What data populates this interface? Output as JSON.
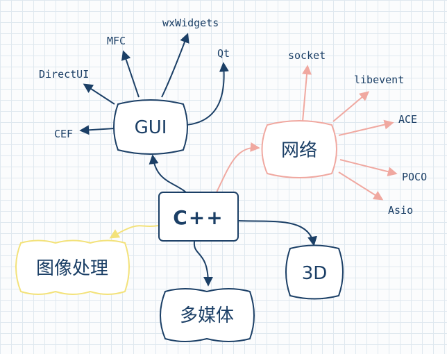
{
  "center": "C++",
  "gui": {
    "label": "GUI",
    "children": [
      "CEF",
      "DirectUI",
      "MFC",
      "wxWidgets",
      "Qt"
    ]
  },
  "network": {
    "label": "网络",
    "children": [
      "socket",
      "libevent",
      "ACE",
      "POCO",
      "Asio"
    ]
  },
  "image_processing": "图像处理",
  "multimedia": "多媒体",
  "threed": "3D",
  "colors": {
    "navy": "#1b3f66",
    "network_pink": "#f0a8a0",
    "image_yellow": "#f3e27a"
  }
}
